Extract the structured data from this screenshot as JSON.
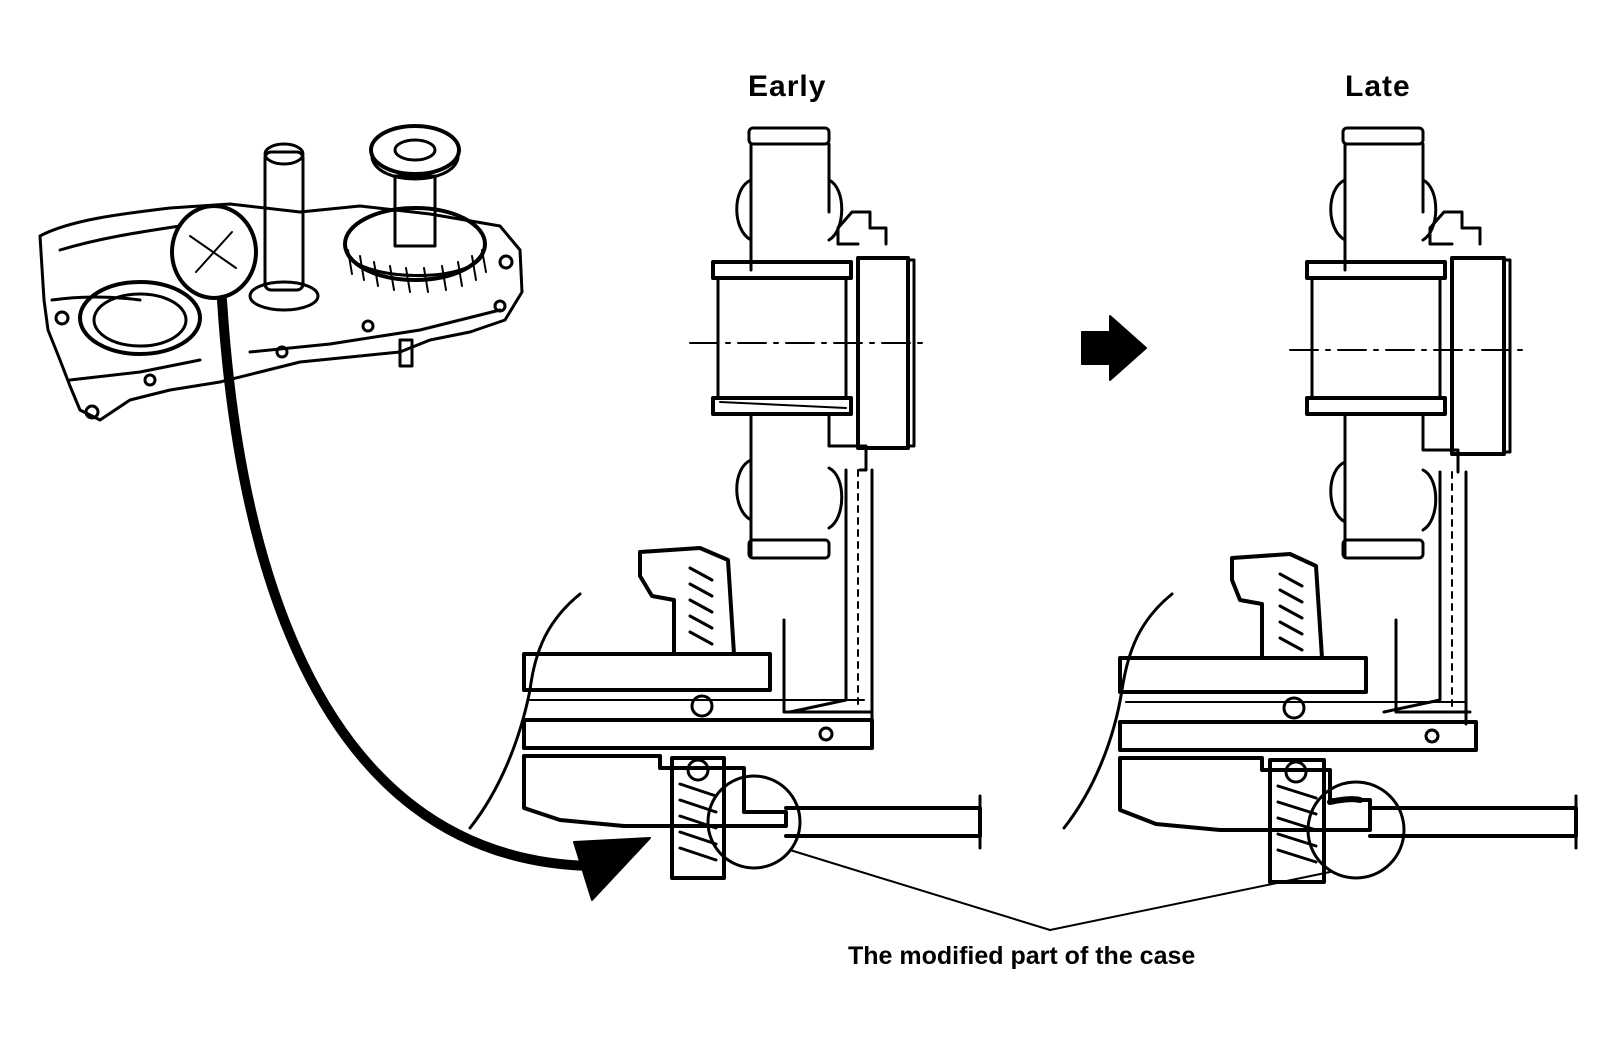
{
  "labels": {
    "early": "Early",
    "late": "Late",
    "modified_part": "The modified part of the case"
  },
  "colors": {
    "ink": "#000000",
    "paper": "#ffffff"
  }
}
